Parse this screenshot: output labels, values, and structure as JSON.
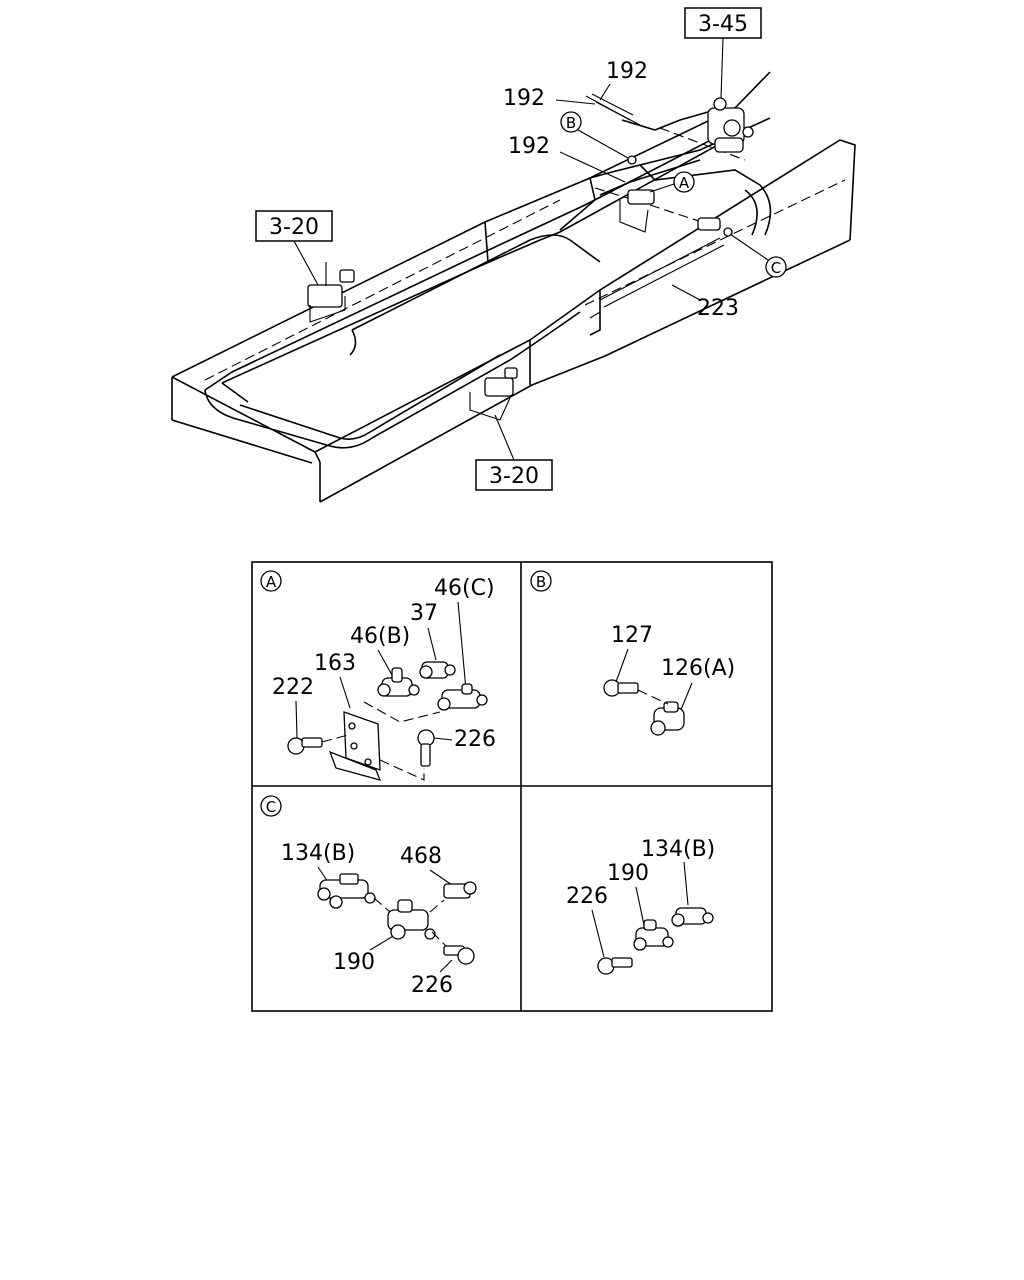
{
  "top_view": {
    "refs": {
      "ref_3_45": "3-45",
      "ref_3_20_top": "3-20",
      "ref_3_20_bottom": "3-20"
    },
    "labels": {
      "l192a": "192",
      "l192b": "192",
      "l192c": "192",
      "l223": "223"
    },
    "callouts": {
      "a": "A",
      "b": "B",
      "c": "C"
    }
  },
  "panels": {
    "a": {
      "tag": "A",
      "labels": {
        "p46c": "46(C)",
        "p37": "37",
        "p46b": "46(B)",
        "p163": "163",
        "p222": "222",
        "p226": "226"
      }
    },
    "b": {
      "tag": "B",
      "labels": {
        "p127": "127",
        "p126a": "126(A)"
      }
    },
    "c": {
      "tag": "C",
      "labels": {
        "p134b": "134(B)",
        "p468": "468",
        "p190": "190",
        "p226": "226"
      }
    },
    "d": {
      "labels": {
        "p134b": "134(B)",
        "p190": "190",
        "p226": "226"
      }
    }
  }
}
